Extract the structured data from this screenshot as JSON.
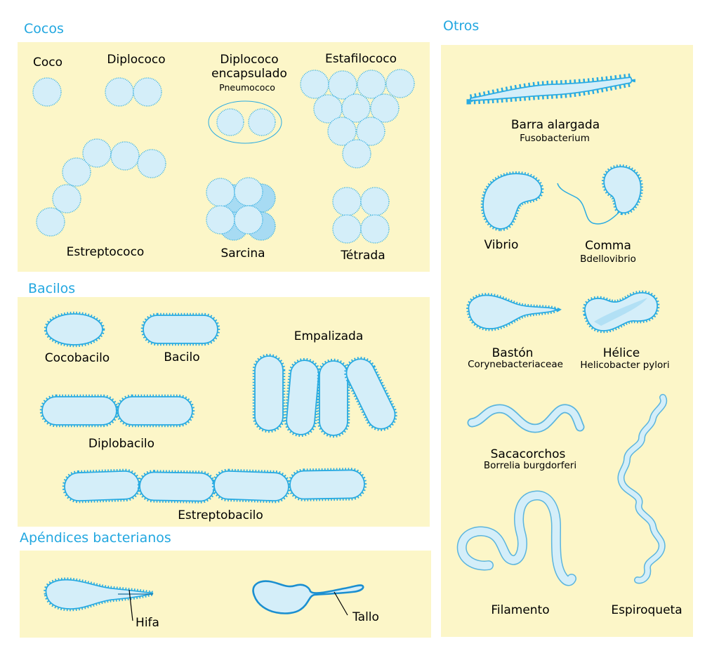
{
  "colors": {
    "panel": "#fcf6c8",
    "cell_fill": "#d4eef9",
    "cell_outline": "#29abe2",
    "heading": "#22a7e0",
    "sarcina_back": "#a7dbf3",
    "tallo_outline": "#1b8fd0",
    "label_text": "#000000"
  },
  "cocos": {
    "title": "Cocos",
    "coco": {
      "label": "Coco"
    },
    "diplococo": {
      "label": "Diplococo"
    },
    "diplococo_encapsulado": {
      "label_line1": "Diplococo",
      "label_line2": "encapsulado",
      "example": "Pneumococo"
    },
    "estafilococo": {
      "label": "Estafilococo"
    },
    "estreptococo": {
      "label": "Estreptococo"
    },
    "sarcina": {
      "label": "Sarcina"
    },
    "tetrada": {
      "label": "Tétrada"
    }
  },
  "bacilos": {
    "title": "Bacilos",
    "cocobacilo": {
      "label": "Cocobacilo"
    },
    "bacilo": {
      "label": "Bacilo"
    },
    "empalizada": {
      "label": "Empalizada"
    },
    "diplobacilo": {
      "label": "Diplobacilo"
    },
    "estreptobacilo": {
      "label": "Estreptobacilo"
    }
  },
  "apendices": {
    "title": "Apéndices bacterianos",
    "hifa": {
      "label": "Hifa"
    },
    "tallo": {
      "label": "Tallo"
    }
  },
  "otros": {
    "title": "Otros",
    "barra_alargada": {
      "label": "Barra alargada",
      "example": "Fusobacterium"
    },
    "vibrio": {
      "label": "Vibrio"
    },
    "comma": {
      "label": "Comma",
      "example": "Bdellovibrio"
    },
    "baston": {
      "label": "Bastón",
      "example": "Corynebacteriaceae"
    },
    "helice": {
      "label": "Hélice",
      "example": "Helicobacter pylori"
    },
    "sacacorchos": {
      "label": "Sacacorchos",
      "example": "Borrelia burgdorferi"
    },
    "filamento": {
      "label": "Filamento"
    },
    "espiroqueta": {
      "label": "Espiroqueta"
    }
  }
}
